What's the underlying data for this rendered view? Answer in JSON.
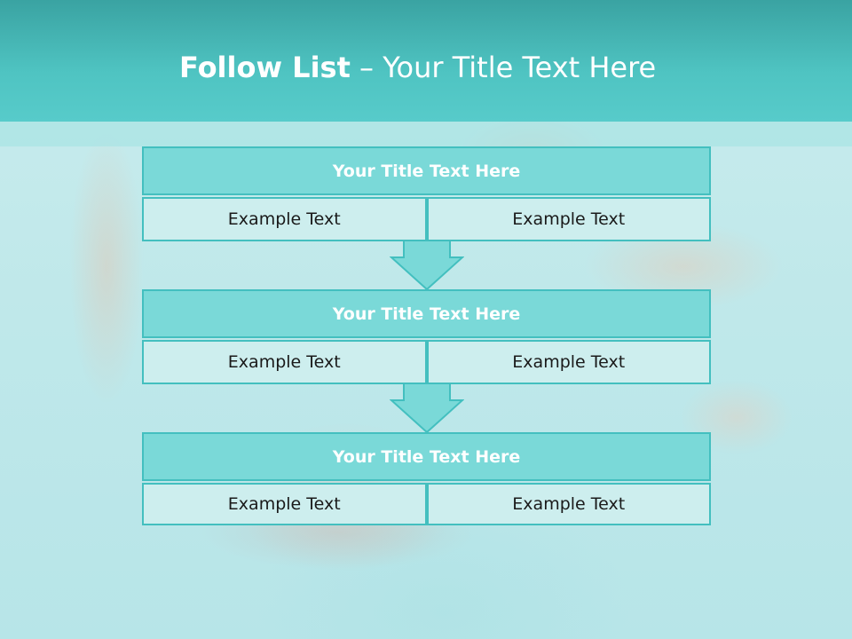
{
  "slide": {
    "title_bold": "Follow List",
    "title_rest": " – Your Title Text Here"
  },
  "blocks": [
    {
      "title": "Your Title Text Here",
      "left": "Example Text",
      "right": "Example Text"
    },
    {
      "title": "Your Title Text Here",
      "left": "Example Text",
      "right": "Example Text"
    },
    {
      "title": "Your Title Text Here",
      "left": "Example Text",
      "right": "Example Text"
    }
  ],
  "colors": {
    "header": "#4fc4c2",
    "box_border": "#43bfbf",
    "box_title_fill": "#7ad9d8",
    "cell_fill": "#cdeeee"
  }
}
